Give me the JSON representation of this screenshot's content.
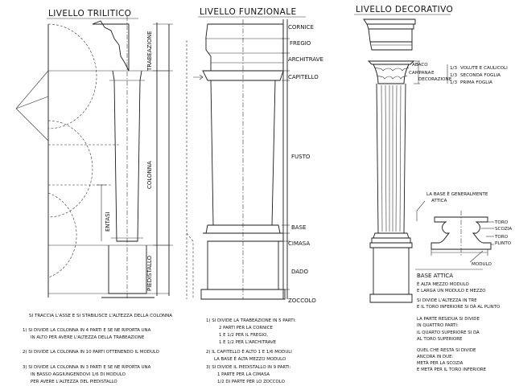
{
  "titles": {
    "trilitico": "LIVELLO TRILITICO",
    "funzionale": "LIVELLO FUNZIONALE",
    "decorativo": "LIVELLO DECORATIVO"
  },
  "trilitico": {
    "trabeazione": "TRABEAZIONE",
    "colonna": "COLONNA",
    "entasi": "ENTASI",
    "piedistallo": "PIEDISTALLO",
    "caption": "SI TRACCIA L'ASSE E SI STABILISCE L'ALTEZZA DELLA COLONNA"
  },
  "funzionale": {
    "labels": [
      "CORNICE",
      "FREGIO",
      "ARCHITRAVE",
      "CAPITELLO",
      "FUSTO",
      "BASE",
      "CIMASA",
      "DADO",
      "ZOCCOLO"
    ]
  },
  "decorativo": {
    "abaco": "ABACO",
    "campana": "CAMPANA",
    "e": "E",
    "decorazione": "DECORAZIONE",
    "fracs": [
      "1/3",
      "1/3",
      "1/3"
    ],
    "capital_parts": [
      "VOLUTE E CAULICOLI",
      "SECONDA FOGLIA",
      "PRIMA FOGLIA"
    ],
    "base_note": [
      "LA BASE È GENERALMENTE",
      "ATTICA"
    ],
    "base_parts": [
      "TORO",
      "SCOZIA",
      "TORO",
      "PLINTO"
    ],
    "modulo": "MODULO",
    "base_attica": "BASE ATTICA",
    "text": [
      "È ALTA MEZZO MODULO",
      "E LARGA UN MODULO E MEZZO",
      "SI DIVIDE L'ALTEZZA IN TRE",
      "E IL TORO INFERIORE SI DÀ AL PLINTO",
      "LA PARTE RESIDUA SI DIVIDE",
      "IN QUATTRO PARTI:",
      "IL QUARTO SUPERIORE SI DÀ",
      "AL TORO SUPERIORE",
      "QUEL CHE RESTA SI DIVIDE",
      "ANCORA IN DUE:",
      "METÀ PER LA SCOZIA",
      "E METÀ PER IL TORO INFERIORE"
    ]
  },
  "notes1": [
    "1) SI DIVIDE LA COLONNA IN 4 PARTI E SE NE RIPORTA UNA",
    "IN ALTO PER AVERE L'ALTEZZA DELLA TRABEAZIONE",
    "2) SI DIVIDE LA COLONNA IN 10 PARTI OTTENENDO IL MODULO",
    "3) SI DIVIDE LA COLONNA IN 3 PARTI E SE NE RIPORTA UNA",
    "IN BASSO AGGIUNGENDOVI 1/6 DI MODULO",
    "PER AVERE L'ALTEZZA DEL PIEDISTALLO"
  ],
  "notes2": [
    "1) SI DIVIDE LA TRABEAZIONE IN 5 PARTI:",
    "2 PARTI PER LA CORNICE",
    "1 E 1/2 PER IL FREGIO,",
    "1 E 1/2 PER L'ARCHITRAVE",
    "2) IL CAPITELLO È ALTO 1 E 1/6 MODULI",
    "LA BASE È ALTA MEZZO MODULO",
    "3) SI DIVIDE IL PIEDISTALLO IN 9 PARTI:",
    "1 PARTE PER LA CIMASA",
    "1/2 DI PARTE PER LO ZOCCOLO"
  ]
}
